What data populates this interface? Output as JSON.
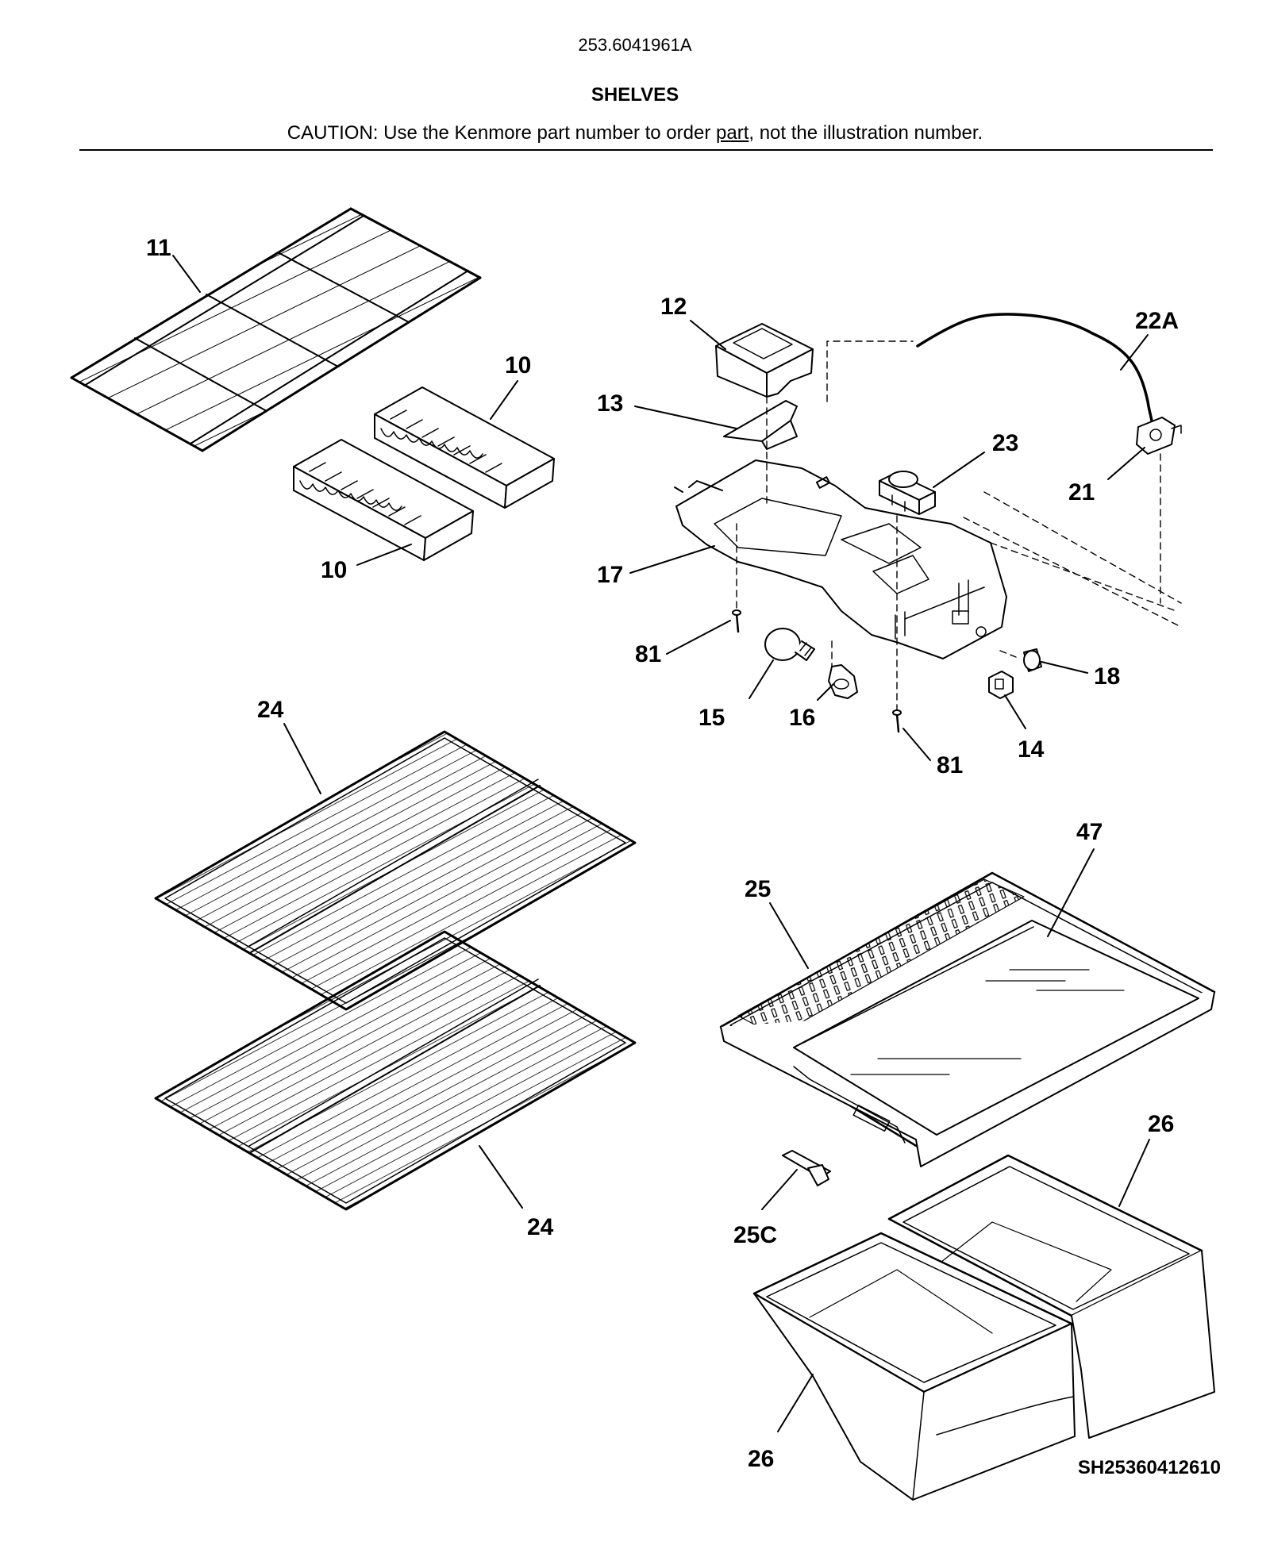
{
  "header": {
    "model_number": "253.6041961A",
    "section_title": "SHELVES",
    "caution_prefix": "CAUTION: Use the Kenmore part number to order ",
    "caution_underlined": "part",
    "caution_suffix": ", not the illustration number."
  },
  "callouts": {
    "c11": "11",
    "c10a": "10",
    "c10b": "10",
    "c12": "12",
    "c22a": "22A",
    "c13": "13",
    "c23": "23",
    "c21": "21",
    "c17": "17",
    "c81a": "81",
    "c81b": "81",
    "c15": "15",
    "c16": "16",
    "c18": "18",
    "c14": "14",
    "c24a": "24",
    "c24b": "24",
    "c47": "47",
    "c25": "25",
    "c25c": "25C",
    "c26a": "26",
    "c26b": "26"
  },
  "footer": {
    "sheet_id": "SH25360412610"
  }
}
